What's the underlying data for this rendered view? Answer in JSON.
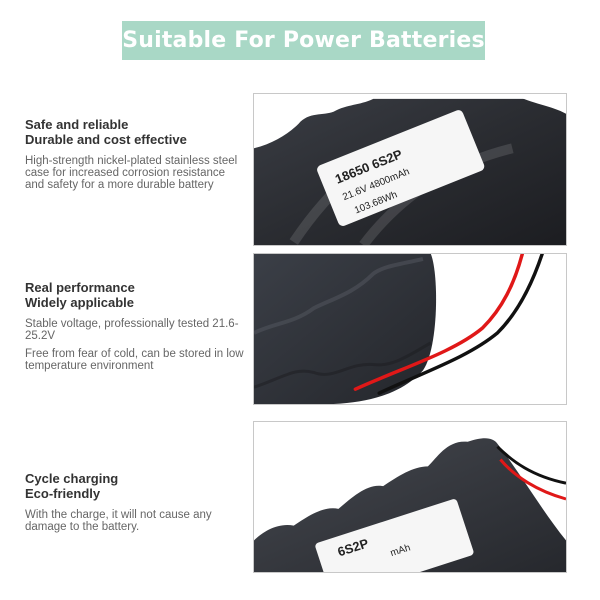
{
  "banner": {
    "title": "Suitable For Power Batteries",
    "color": "#a9d8c6"
  },
  "features": [
    {
      "heading_line1": "Safe and reliable",
      "heading_line2": "Durable and cost effective",
      "body": [
        "High-strength nickel-plated stainless steel case for increased corrosion resistance and safety for a more durable battery"
      ]
    },
    {
      "heading_line1": "Real performance",
      "heading_line2": "Widely applicable",
      "body": [
        "Stable voltage, professionally tested 21.6-25.2V",
        "Free from fear of cold, can be stored in low temperature environment"
      ]
    },
    {
      "heading_line1": "Cycle charging",
      "heading_line2": "Eco-friendly",
      "body": [
        "With the charge, it will not cause any damage to the battery."
      ]
    }
  ],
  "panels": [
    {
      "description": "battery pack close-up with spec label",
      "label": {
        "line1": "18650 6S2P",
        "line2": "21.6V 4800mAh",
        "line3": "103.68Wh"
      }
    },
    {
      "description": "battery pack side with red and black lead wires",
      "wire_colors": {
        "positive": "#e01818",
        "negative": "#111111"
      }
    },
    {
      "description": "battery pack top edge with wires and partial label",
      "label": {
        "line1": "6S2P",
        "line2": "mAh"
      }
    }
  ]
}
